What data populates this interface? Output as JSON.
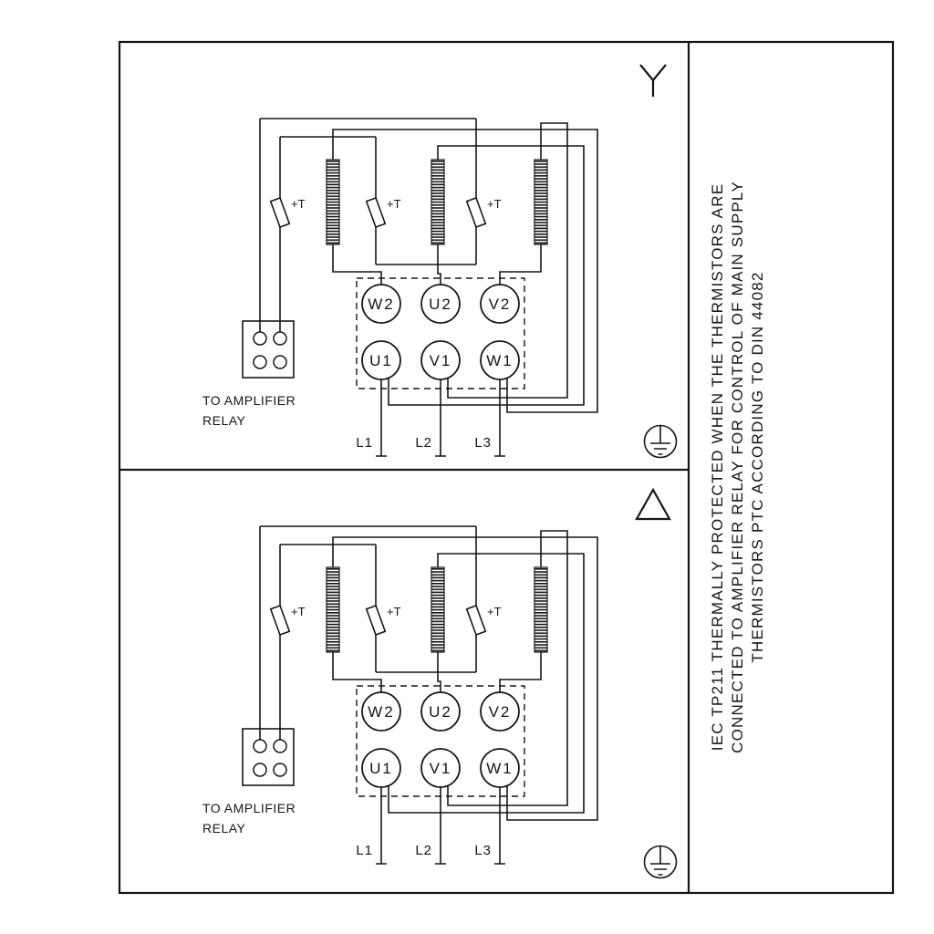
{
  "diagram": {
    "side_note": {
      "lines": [
        "IEC TP211 THERMALLY PROTECTED WHEN THE THERMISTORS ARE",
        "CONNECTED TO AMPLIFIER RELAY FOR CONTROL OF MAIN SUPPLY",
        "THERMISTORS PTC ACCORDING TO DIN 44082"
      ]
    },
    "labels": {
      "relay_line1": "TO AMPLIFIER",
      "relay_line2": "RELAY",
      "thermistor": "+T",
      "terminals": {
        "w2": "W2",
        "u2": "U2",
        "v2": "V2",
        "u1": "U1",
        "v1": "V1",
        "w1": "W1"
      },
      "supply": {
        "l1": "L1",
        "l2": "L2",
        "l3": "L3"
      }
    },
    "panels": [
      {
        "name": "star-connection",
        "symbol": "star"
      },
      {
        "name": "delta-connection",
        "symbol": "delta"
      }
    ],
    "colors": {
      "line": "#161616",
      "background": "#ffffff"
    }
  }
}
